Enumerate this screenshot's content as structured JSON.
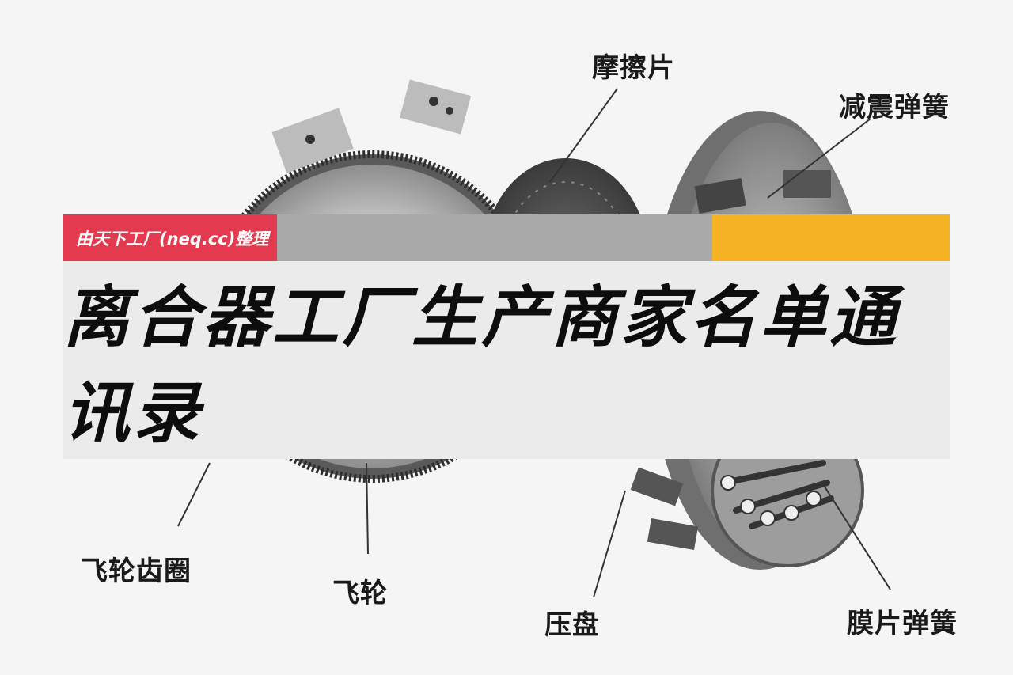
{
  "banner": {
    "source": "由天下工厂(neq.cc)整理",
    "title": "离合器工厂生产商家名单通讯录",
    "colors": {
      "red": "#e43a4f",
      "gray": "#a9a9a9",
      "orange": "#f5b324",
      "panel": "#ebebeb"
    }
  },
  "labels": {
    "friction_plate": "摩擦片",
    "damper_spring": "减震弹簧",
    "flywheel_ring_gear": "飞轮齿圈",
    "flywheel": "飞轮",
    "pressure_plate": "压盘",
    "diaphragm_spring": "膜片弹簧"
  }
}
